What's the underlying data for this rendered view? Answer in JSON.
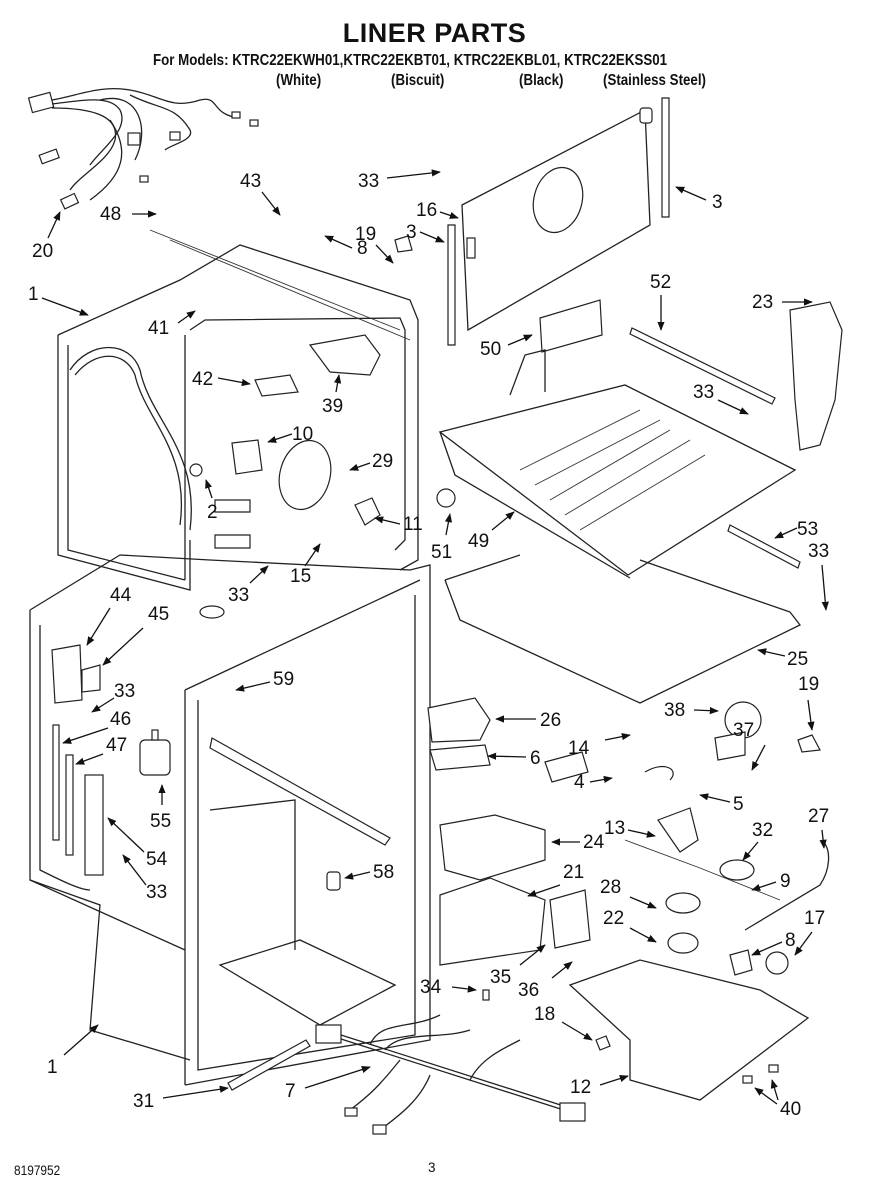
{
  "page": {
    "title": "LINER PARTS",
    "models_prefix": "For Models:",
    "models": [
      {
        "number": "KTRC22EKWH01",
        "finish": "(White)"
      },
      {
        "number": "KTRC22EKBT01",
        "finish": "(Biscuit)"
      },
      {
        "number": "KTRC22EKBL01",
        "finish": "(Black)"
      },
      {
        "number": "KTRC22EKSS01",
        "finish": "(Stainless Steel)"
      }
    ],
    "models_line": "For Models: KTRC22EKWH01,KTRC22EKBT01, KTRC22EKBL01, KTRC22EKSS01",
    "document_number": "8197952",
    "page_number": "3"
  },
  "callouts": [
    {
      "id": "c20",
      "label": "20"
    },
    {
      "id": "c48",
      "label": "48"
    },
    {
      "id": "c43",
      "label": "43"
    },
    {
      "id": "c8a",
      "label": "8"
    },
    {
      "id": "c19a",
      "label": "19"
    },
    {
      "id": "c33a",
      "label": "33"
    },
    {
      "id": "c16",
      "label": "16"
    },
    {
      "id": "c3a",
      "label": "3"
    },
    {
      "id": "c3b",
      "label": "3"
    },
    {
      "id": "c1a",
      "label": "1"
    },
    {
      "id": "c41",
      "label": "41"
    },
    {
      "id": "c42",
      "label": "42"
    },
    {
      "id": "c39",
      "label": "39"
    },
    {
      "id": "c50",
      "label": "50"
    },
    {
      "id": "c52",
      "label": "52"
    },
    {
      "id": "c23",
      "label": "23"
    },
    {
      "id": "c33b",
      "label": "33"
    },
    {
      "id": "c10",
      "label": "10"
    },
    {
      "id": "c29",
      "label": "29"
    },
    {
      "id": "c2",
      "label": "2"
    },
    {
      "id": "c11",
      "label": "11"
    },
    {
      "id": "c51",
      "label": "51"
    },
    {
      "id": "c49",
      "label": "49"
    },
    {
      "id": "c53",
      "label": "53"
    },
    {
      "id": "c33c",
      "label": "33"
    },
    {
      "id": "c15",
      "label": "15"
    },
    {
      "id": "c33d",
      "label": "33"
    },
    {
      "id": "c44",
      "label": "44"
    },
    {
      "id": "c45",
      "label": "45"
    },
    {
      "id": "c25",
      "label": "25"
    },
    {
      "id": "c33e",
      "label": "33"
    },
    {
      "id": "c59",
      "label": "59"
    },
    {
      "id": "c19b",
      "label": "19"
    },
    {
      "id": "c46",
      "label": "46"
    },
    {
      "id": "c26",
      "label": "26"
    },
    {
      "id": "c38",
      "label": "38"
    },
    {
      "id": "c47",
      "label": "47"
    },
    {
      "id": "c14",
      "label": "14"
    },
    {
      "id": "c37",
      "label": "37"
    },
    {
      "id": "c6",
      "label": "6"
    },
    {
      "id": "c4",
      "label": "4"
    },
    {
      "id": "c55",
      "label": "55"
    },
    {
      "id": "c5",
      "label": "5"
    },
    {
      "id": "c27",
      "label": "27"
    },
    {
      "id": "c54",
      "label": "54"
    },
    {
      "id": "c13",
      "label": "13"
    },
    {
      "id": "c24",
      "label": "24"
    },
    {
      "id": "c32",
      "label": "32"
    },
    {
      "id": "c33f",
      "label": "33"
    },
    {
      "id": "c58",
      "label": "58"
    },
    {
      "id": "c9",
      "label": "9"
    },
    {
      "id": "c21",
      "label": "21"
    },
    {
      "id": "c28",
      "label": "28"
    },
    {
      "id": "c17",
      "label": "17"
    },
    {
      "id": "c22",
      "label": "22"
    },
    {
      "id": "c8b",
      "label": "8"
    },
    {
      "id": "c34",
      "label": "34"
    },
    {
      "id": "c35",
      "label": "35"
    },
    {
      "id": "c36",
      "label": "36"
    },
    {
      "id": "c18",
      "label": "18"
    },
    {
      "id": "c1b",
      "label": "1"
    },
    {
      "id": "c7",
      "label": "7"
    },
    {
      "id": "c12",
      "label": "12"
    },
    {
      "id": "c31",
      "label": "31"
    },
    {
      "id": "c40",
      "label": "40"
    }
  ]
}
